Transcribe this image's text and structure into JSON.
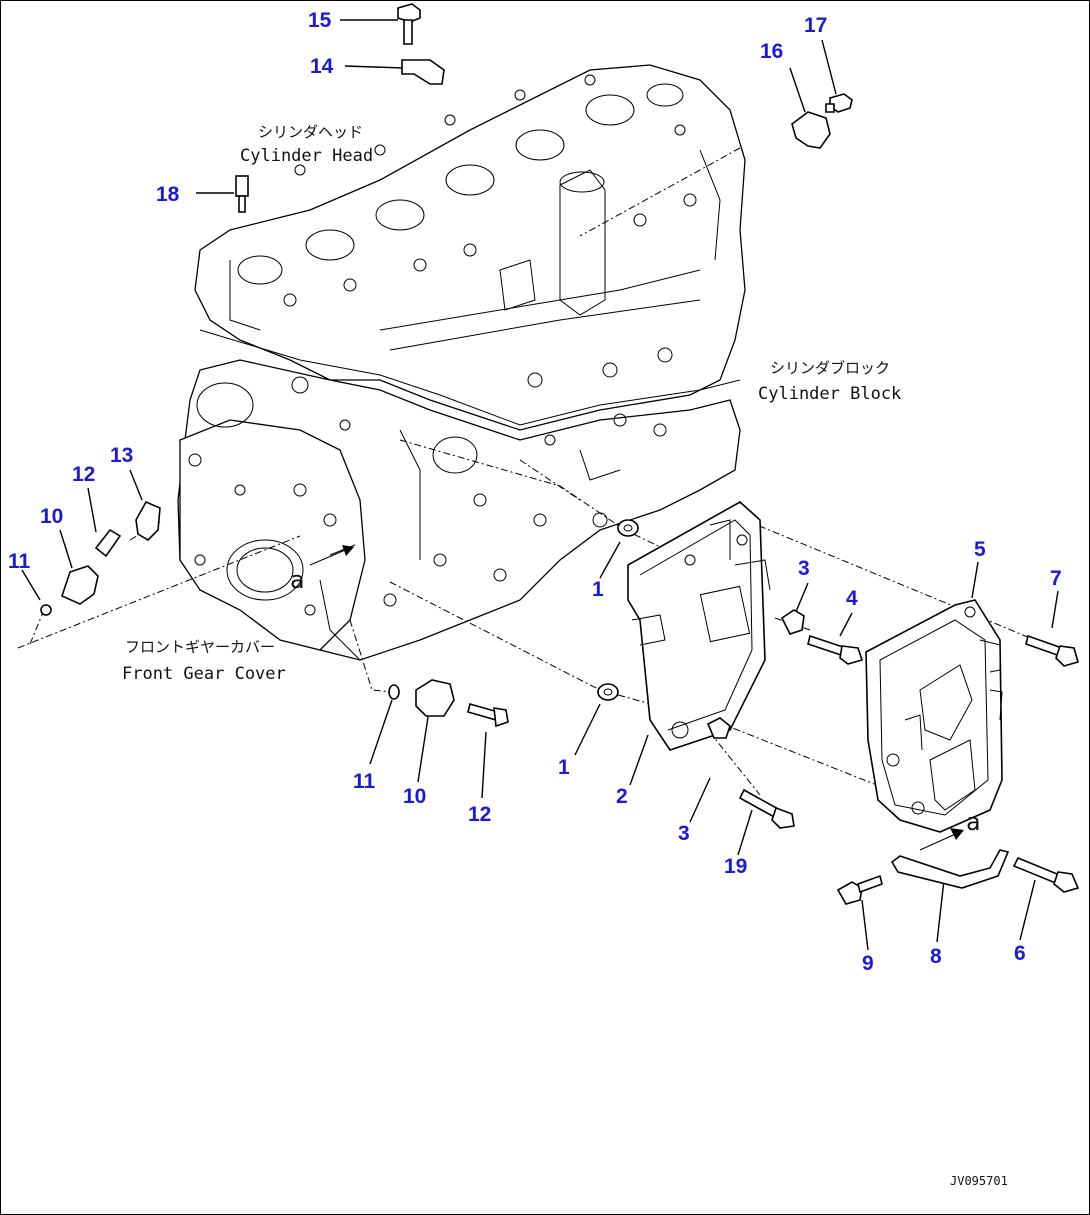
{
  "callouts": {
    "c15": "15",
    "c14": "14",
    "c17": "17",
    "c16": "16",
    "c18": "18",
    "c13": "13",
    "c12a": "12",
    "c10a": "10",
    "c11a": "11",
    "c1a": "1",
    "c1b": "1",
    "c3a": "3",
    "c4": "4",
    "c5": "5",
    "c7": "7",
    "c2": "2",
    "c3b": "3",
    "c19": "19",
    "c11b": "11",
    "c10b": "10",
    "c12b": "12",
    "c9": "9",
    "c8": "8",
    "c6": "6"
  },
  "labels": {
    "head_jp": "シリンダヘッド",
    "head_en": "Cylinder Head",
    "block_jp": "シリンダブロック",
    "block_en": "Cylinder Block",
    "gear_jp": "フロントギヤーカバー",
    "gear_en": "Front Gear Cover",
    "mark_a1": "a",
    "mark_a2": "a"
  },
  "figure_ref": "JV095701"
}
